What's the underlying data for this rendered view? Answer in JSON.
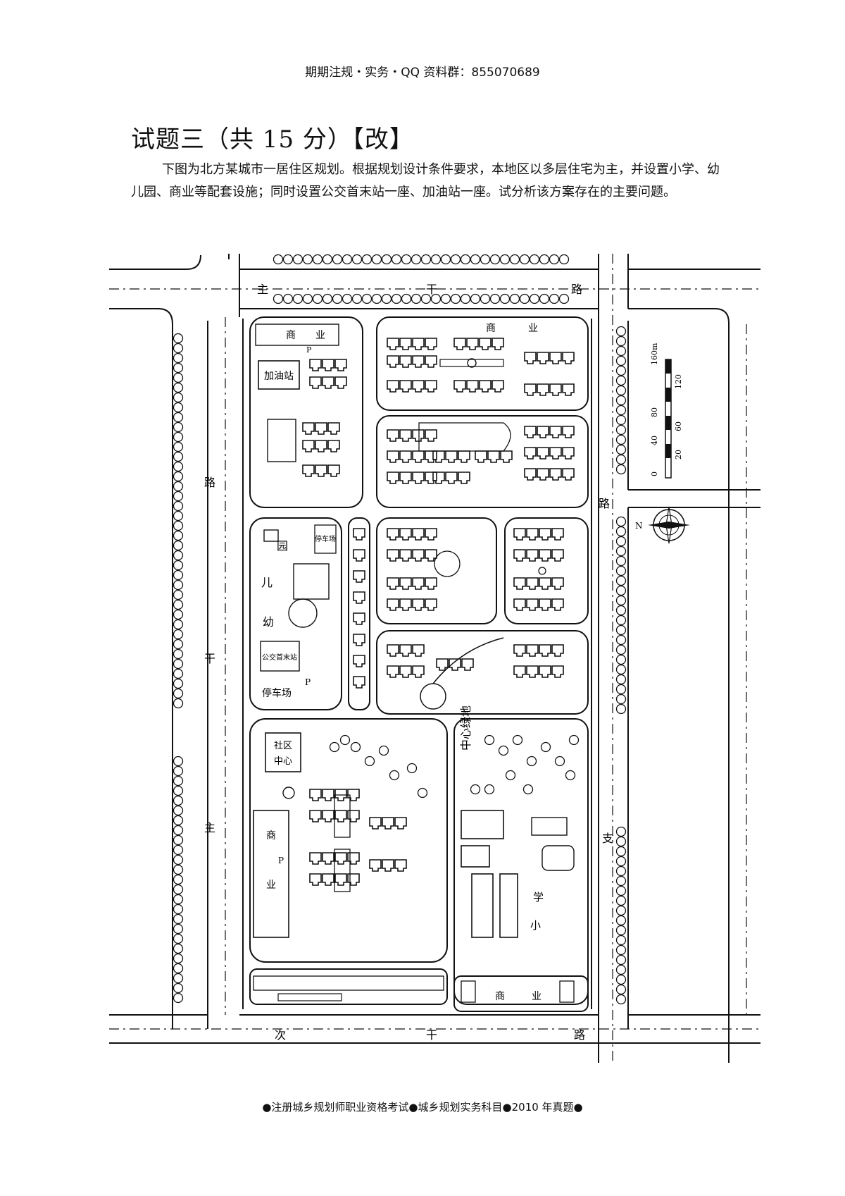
{
  "header": "期期注规・实务・QQ 资料群：855070689",
  "title": "试题三（共 15 分）【改】",
  "paragraph": "下图为北方某城市一居住区规划。根据规划设计条件要求，本地区以多层住宅为主，并设置小学、幼儿园、商业等配套设施；同时设置公交首末站一座、加油站一座。试分析该方案存在的主要问题。",
  "map": {
    "road_top": [
      "主",
      "干",
      "路"
    ],
    "road_left": [
      "主",
      "干",
      "路"
    ],
    "road_left_lower": [
      "主"
    ],
    "road_right": [
      "路",
      "支"
    ],
    "road_bottom": [
      "次",
      "干",
      "路"
    ],
    "gas_station": "加油站",
    "commerce_nw": [
      "商",
      "业"
    ],
    "commerce_n": [
      "商",
      "业"
    ],
    "kindergarten": [
      "园",
      "儿",
      "幼"
    ],
    "parking_kg": "停车场",
    "bus_station": "公交首末站",
    "parking_bus": "停车场",
    "community_center": [
      "社区",
      "中心"
    ],
    "commerce_sw": [
      "商",
      "业"
    ],
    "central_green": "中心绿地",
    "primary_school": [
      "学",
      "小"
    ],
    "commerce_se": [
      "商",
      "业"
    ],
    "parking_letter": "P",
    "north_letter": "N",
    "scale_ticks": [
      "0",
      "20",
      "40",
      "60",
      "80",
      "120",
      "160m"
    ]
  },
  "footer": "●注册城乡规划师职业资格考试●城乡规划实务科目●2010 年真题●"
}
